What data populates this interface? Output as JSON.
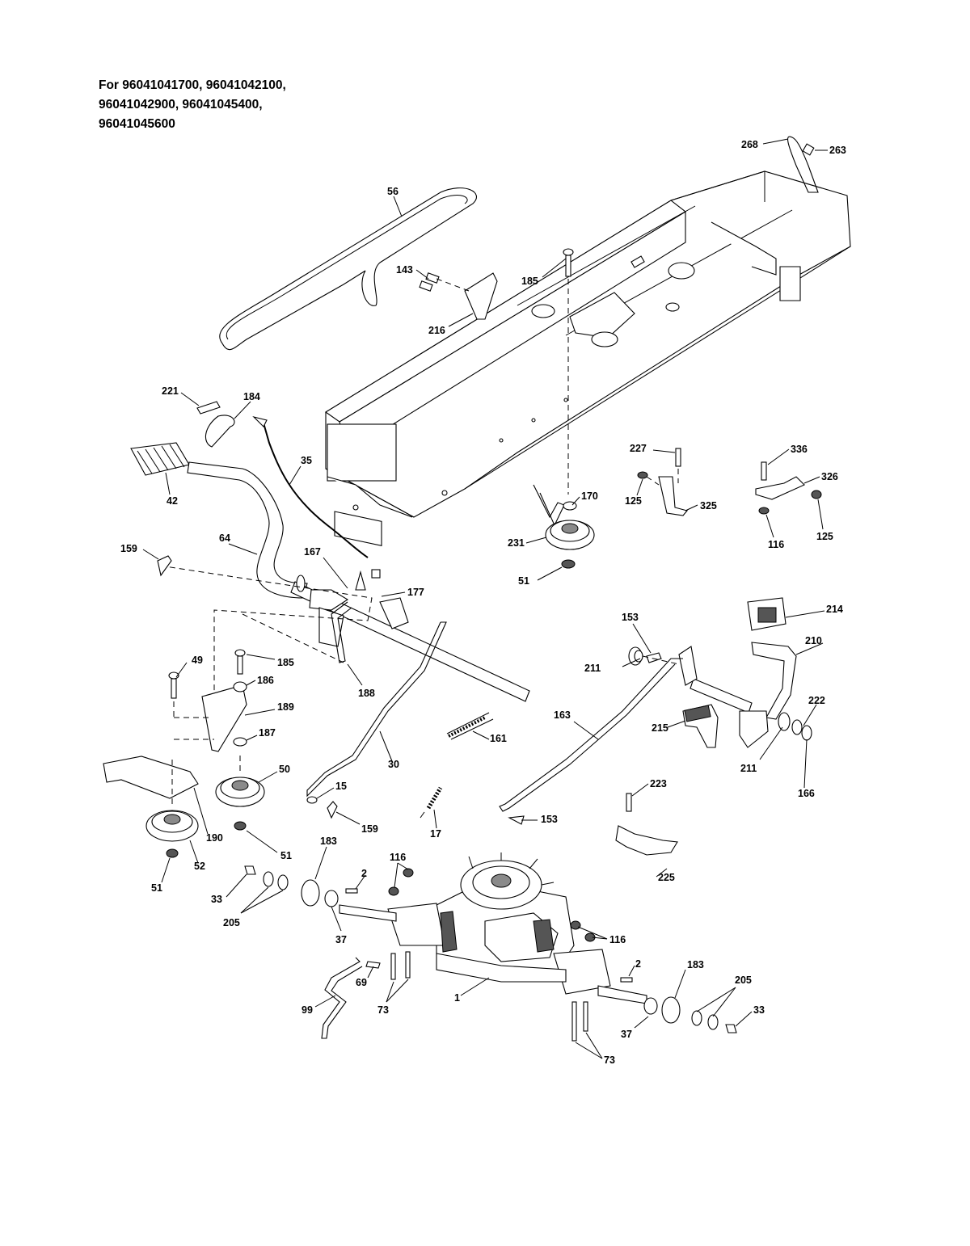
{
  "header": {
    "lines": [
      "For 96041041700, 96041042100,",
      "96041042900, 96041045400,",
      "96041045600"
    ]
  },
  "callouts": [
    "268",
    "263",
    "56",
    "143",
    "185",
    "216",
    "221",
    "184",
    "42",
    "35",
    "227",
    "336",
    "326",
    "170",
    "125",
    "325",
    "125",
    "116",
    "231",
    "51",
    "159",
    "64",
    "167",
    "177",
    "214",
    "153",
    "210",
    "49",
    "185",
    "186",
    "188",
    "211",
    "189",
    "187",
    "222",
    "163",
    "215",
    "161",
    "30",
    "211",
    "166",
    "50",
    "15",
    "223",
    "159",
    "17",
    "153",
    "190",
    "51",
    "52",
    "183",
    "116",
    "2",
    "51",
    "33",
    "205",
    "37",
    "116",
    "225",
    "2",
    "183",
    "205",
    "69",
    "1",
    "33",
    "99",
    "73",
    "37",
    "73"
  ]
}
